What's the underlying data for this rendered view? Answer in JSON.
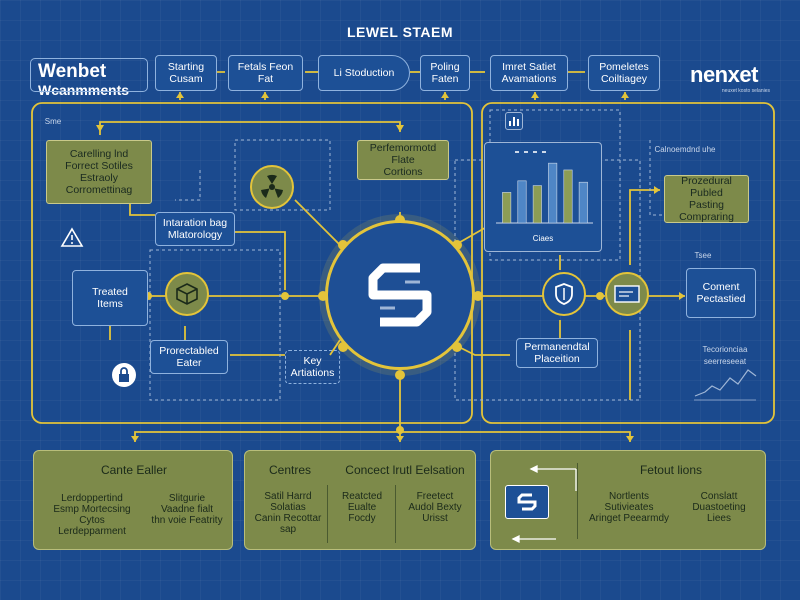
{
  "title": "LEWEL STAEM",
  "logo_left": {
    "line1": "Wenbet",
    "line2": "Wcanmments"
  },
  "logo_right": {
    "name": "nenxet",
    "tagline": "neuxet kosto selanies"
  },
  "top_nodes": [
    {
      "label": "Starting\nCusam"
    },
    {
      "label": "Fetals Feon\nFat"
    },
    {
      "label": "Li Stoduction"
    },
    {
      "label": "Poling\nFaten"
    },
    {
      "label": "Imret Satiet\nAvamations"
    },
    {
      "label": "Pomeletes\nCoiltiagey"
    }
  ],
  "nodes": {
    "control_box": "Carelling lnd\nForrect Sotiles\nEstraoly\nCorromettinag",
    "integration": "Intaration bag\nMlatorology",
    "treated_items": "Treated\nItems",
    "protected_editor": "Prorectabled\nEater",
    "performance_cartions": "Perfemormotd Flate\nCortions",
    "key_artiations": "Key\nArtiations",
    "chart_caption": "Ciaes",
    "procedural_panel": "Prozedural Publed\nPasting\nCompraring",
    "context_transitioning": "Coment\nPectastied",
    "permanent_placeition": "Permanendtal\nPlaceition",
    "dashed_left": "Sme",
    "dashed_top_right": "Calnoemdnd uhe",
    "dashed_right_label": "Tsee",
    "dashed_far_right": "Tecorionciaa\nseerreseeat"
  },
  "chart_data": {
    "type": "bar",
    "values": [
      45,
      62,
      55,
      88,
      78,
      60
    ]
  },
  "bottom_panels": {
    "left": {
      "header": "Cante Ealler",
      "col1": "Lerdoppertind\nEsmp Mortecsing\nCytos\nLerdepparment",
      "col2": "Slitgurie\nVaadne fialt\nthn voie Featrity"
    },
    "middle": {
      "header1": "Centres",
      "header2": "Concect lrutl Eelsation",
      "col1": "Satil Harrd\nSolatias\nCanin Recottar\nsap",
      "col2": "Reatcted\nEualte\nFocdy",
      "col3": "Freetect\nAudol Bexty\nUrisst"
    },
    "right": {
      "header": "Fetout lions",
      "col1": "Nortlents\nSutivieates\nAringet Peearmdy",
      "col2": "Conslatt\nDuastoeting\nLiees"
    }
  },
  "colors": {
    "background": "#1b4a8e",
    "wire": "#e3c43a",
    "olive": "#7d8a4a",
    "box_blue": "#1d5096"
  },
  "icons": [
    "hub-logo-icon",
    "radiation-icon",
    "cube-icon",
    "shield-icon",
    "flag-icon",
    "lock-icon",
    "warning-icon",
    "hub-logo-mini-icon"
  ]
}
